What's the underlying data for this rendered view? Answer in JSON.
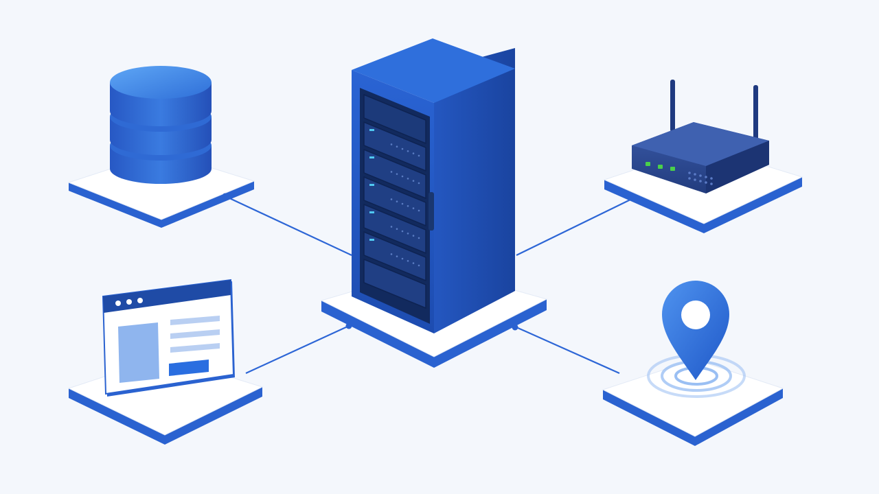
{
  "diagram": {
    "hub": {
      "icon": "server-rack-icon",
      "units": 7
    },
    "nodes": [
      {
        "id": "database",
        "icon": "database-icon"
      },
      {
        "id": "router",
        "icon": "router-icon",
        "status_leds": 3
      },
      {
        "id": "web-app",
        "icon": "browser-window-icon"
      },
      {
        "id": "location",
        "icon": "location-pin-icon"
      }
    ],
    "links": [
      {
        "from": "database",
        "to": "server"
      },
      {
        "from": "router",
        "to": "server"
      },
      {
        "from": "web-app",
        "to": "server"
      },
      {
        "from": "location",
        "to": "server"
      }
    ]
  },
  "colors": {
    "background": "#f4f7fc",
    "primary_blue": "#2a62d0",
    "dark_blue": "#1b3f8c",
    "light_blue": "#5b9cf0",
    "platform_white": "#ffffff",
    "led_green": "#4ad04a",
    "led_cyan": "#50c8f0",
    "link_line": "#2d66d6"
  }
}
